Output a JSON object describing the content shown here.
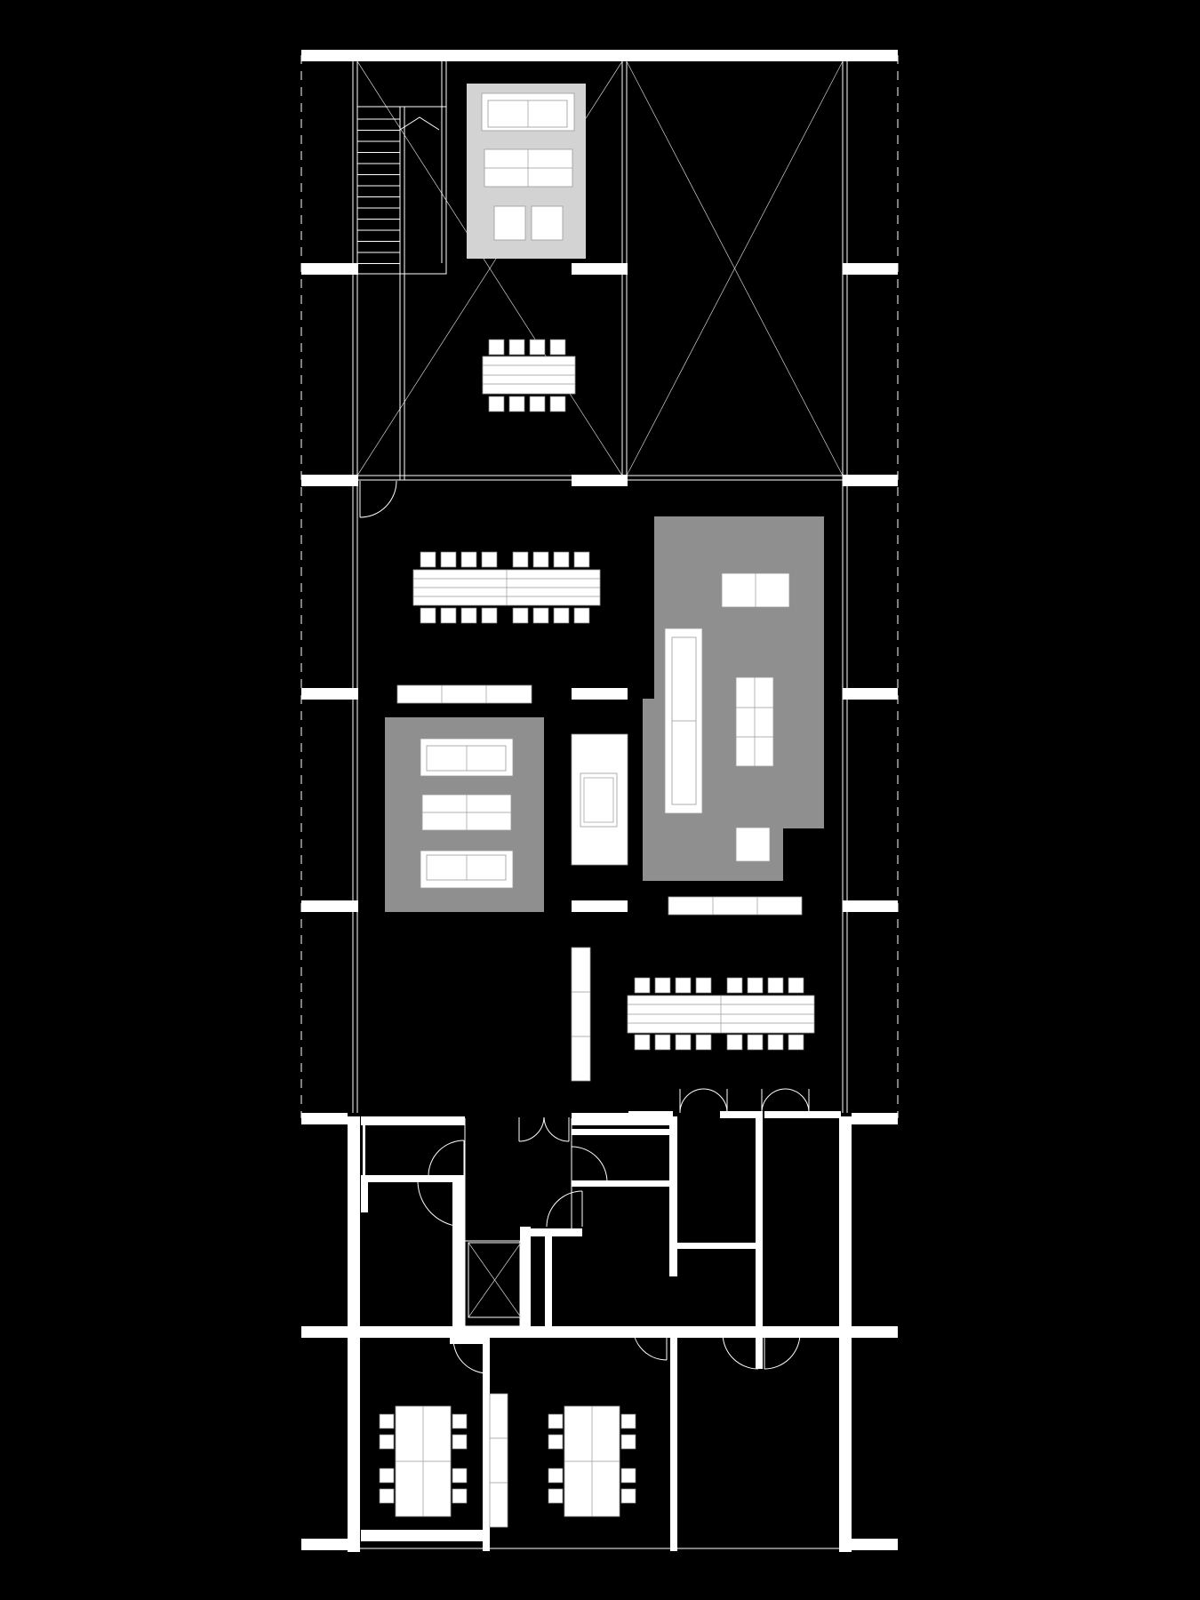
{
  "diagram": {
    "kind": "architectural floor plan",
    "labels": [],
    "colors": {
      "background": "#000000",
      "walls": "#ffffff",
      "lounge_zone_upper": "#d3d3d3",
      "lounge_zone_lower": "#8f8f8f",
      "furniture": "#ffffff"
    },
    "rooms": [
      "stair-void",
      "upper-lounge",
      "upper-dining",
      "double-height-void",
      "open-workspace",
      "left-lounge",
      "right-lounge",
      "kitchen-island",
      "service-rooms",
      "elevator-shaft",
      "meeting-room-left",
      "meeting-room-right",
      "storage-room"
    ],
    "furniture_counts": {
      "long_tables": 2,
      "dining_tables": 1,
      "meeting_tables": 2,
      "sofas": 4,
      "armchairs": 5,
      "benches": 3
    }
  }
}
